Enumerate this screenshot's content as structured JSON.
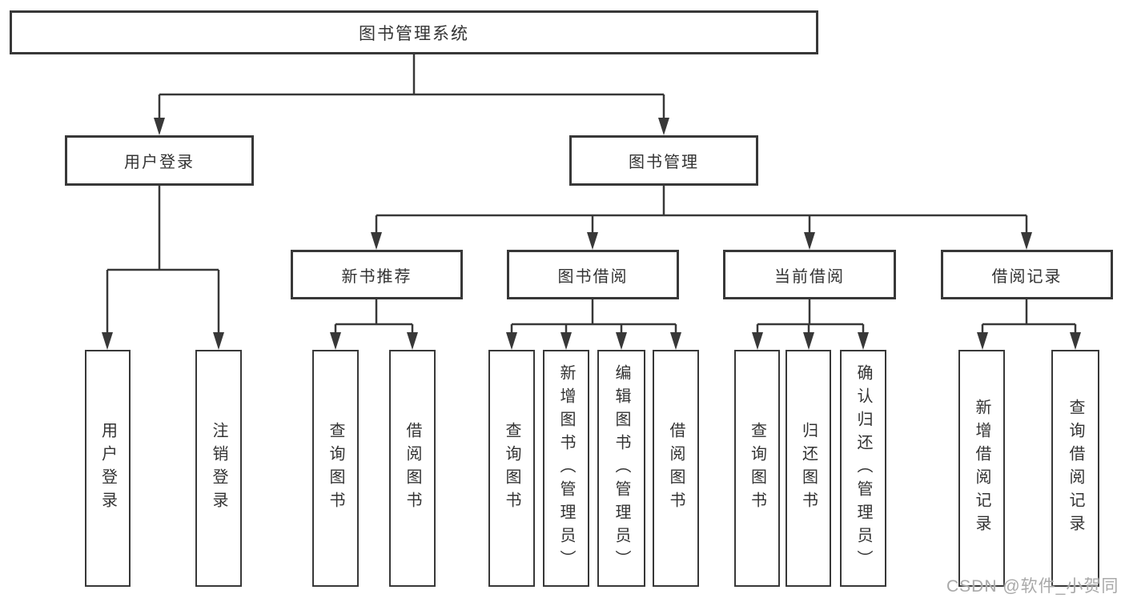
{
  "diagram": {
    "root": "图书管理系统",
    "branches": [
      {
        "label": "用户登录",
        "children": [
          "用户登录",
          "注销登录"
        ]
      },
      {
        "label": "图书管理",
        "sections": [
          {
            "label": "新书推荐",
            "children": [
              "查询图书",
              "借阅图书"
            ]
          },
          {
            "label": "图书借阅",
            "children": [
              "查询图书",
              "新增图书（管理员）",
              "编辑图书（管理员）",
              "借阅图书"
            ]
          },
          {
            "label": "当前借阅",
            "children": [
              "查询图书",
              "归还图书",
              "确认归还（管理员）"
            ]
          },
          {
            "label": "借阅记录",
            "children": [
              "新增借阅记录",
              "查询借阅记录"
            ]
          }
        ]
      }
    ]
  },
  "watermark": {
    "text": "CSDN @软件_小贺同学"
  },
  "colors": {
    "line": "#383838",
    "text": "#333333",
    "watermark": "#a9a9a9",
    "background": "#ffffff"
  }
}
